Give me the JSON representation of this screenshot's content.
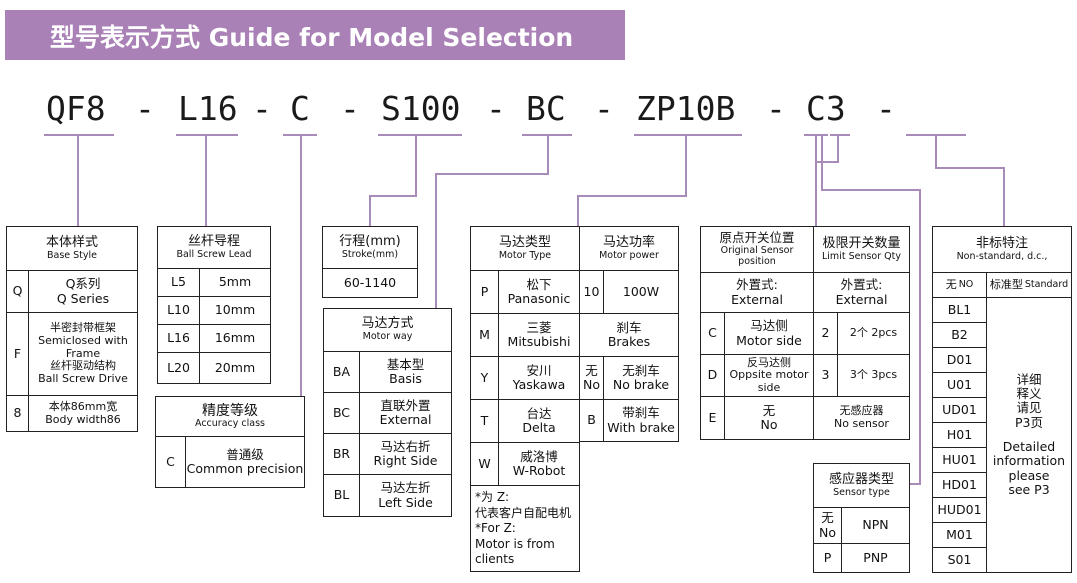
{
  "banner": {
    "title": "型号表示方式  Guide for Model Selection"
  },
  "code": {
    "segments": [
      "QF8",
      "L16",
      "C",
      "S100",
      "BC",
      "ZP10B",
      "C3"
    ],
    "dash": "-"
  },
  "base_style": {
    "title_cn": "本体样式",
    "title_en": "Base Style",
    "rows": [
      {
        "code": "Q",
        "cn": "Q系列",
        "en": "Q Series"
      },
      {
        "code": "F",
        "cn": "半密封带框架",
        "en": "Semiclosed with Frame",
        "cn2": "丝杆驱动结构",
        "en2": "Ball Screw Drive"
      },
      {
        "code": "8",
        "cn": "本体86mm宽",
        "en": "Body width86"
      }
    ]
  },
  "ball_screw_lead": {
    "title_cn": "丝杆导程",
    "title_en": "Ball Screw Lead",
    "rows": [
      {
        "code": "L5",
        "value": "5mm"
      },
      {
        "code": "L10",
        "value": "10mm"
      },
      {
        "code": "L16",
        "value": "16mm"
      },
      {
        "code": "L20",
        "value": "20mm"
      }
    ]
  },
  "accuracy": {
    "title_cn": "精度等级",
    "title_en": "Accuracy class",
    "rows": [
      {
        "code": "C",
        "cn": "普通级",
        "en": "Common precision"
      }
    ]
  },
  "stroke": {
    "title_cn": "行程(mm)",
    "title_en": "Stroke(mm)",
    "value": "60-1140"
  },
  "motor_way": {
    "title_cn": "马达方式",
    "title_en": "Motor way",
    "rows": [
      {
        "code": "BA",
        "cn": "基本型",
        "en": "Basis"
      },
      {
        "code": "BC",
        "cn": "直联外置",
        "en": "External"
      },
      {
        "code": "BR",
        "cn": "马达右折",
        "en": "Right Side"
      },
      {
        "code": "BL",
        "cn": "马达左折",
        "en": "Left Side"
      }
    ]
  },
  "motor_type": {
    "title_cn": "马达类型",
    "title_en": "Motor Type",
    "rows": [
      {
        "code": "P",
        "cn": "松下",
        "en": "Panasonic"
      },
      {
        "code": "M",
        "cn": "三菱",
        "en": "Mitsubishi"
      },
      {
        "code": "Y",
        "cn": "安川",
        "en": "Yaskawa"
      },
      {
        "code": "T",
        "cn": "台达",
        "en": "Delta"
      },
      {
        "code": "W",
        "cn": "威洛博",
        "en": "W-Robot"
      }
    ],
    "note": [
      "*为 Z:",
      "代表客户自配电机",
      "*For Z:",
      "Motor is from",
      "clients"
    ]
  },
  "motor_power": {
    "title_cn": "马达功率",
    "title_en": "Motor power",
    "rows": [
      {
        "code": "10",
        "value": "100W"
      },
      {
        "code": "",
        "cn": "刹车",
        "en": "Brakes"
      },
      {
        "code": "无",
        "code2": "No",
        "cn": "无刹车",
        "en": "No brake"
      },
      {
        "code": "B",
        "cn": "带刹车",
        "en": "With brake"
      }
    ]
  },
  "origin_sensor": {
    "title_cn": "原点开关位置",
    "title_en1": "Original Sensor",
    "title_en2": "position",
    "sub_cn": "外置式:",
    "sub_en": "External",
    "rows": [
      {
        "code": "C",
        "cn": "马达侧",
        "en": "Motor side"
      },
      {
        "code": "D",
        "cn": "反马达侧",
        "en": "Oppsite motor side"
      },
      {
        "code": "E",
        "cn": "无",
        "en": "No"
      }
    ]
  },
  "limit_sensor": {
    "title_cn": "极限开关数量",
    "title_en": "Limit Sensor Qty",
    "sub_cn": "外置式:",
    "sub_en": "External",
    "rows": [
      {
        "code": "2",
        "value": "2个 2pcs"
      },
      {
        "code": "3",
        "value": "3个 3pcs"
      },
      {
        "code": "",
        "cn": "无感应器",
        "en": "No sensor"
      }
    ]
  },
  "sensor_type": {
    "title_cn": "感应器类型",
    "title_en": "Sensor type",
    "rows": [
      {
        "code": "无",
        "code2": "No",
        "value": "NPN"
      },
      {
        "code": "P",
        "value": "PNP"
      }
    ]
  },
  "non_standard": {
    "title_cn": "非标特注",
    "title_en": "Non-standard, d.c.,",
    "first_code_cn": "无",
    "first_code_en": "NO",
    "first_value_cn": "标准型",
    "first_value_en": "Standard",
    "codes": [
      "BL1",
      "B2",
      "D01",
      "U01",
      "UD01",
      "H01",
      "HU01",
      "HD01",
      "HUD01",
      "M01",
      "S01"
    ],
    "detail_cn": [
      "详细",
      "释义",
      "请见",
      "P3页"
    ],
    "detail_en": [
      "Detailed",
      "information",
      "please",
      "see P3"
    ]
  },
  "colors": {
    "banner": "#a981b6",
    "connector": "#a88bb6",
    "border": "#222222"
  }
}
